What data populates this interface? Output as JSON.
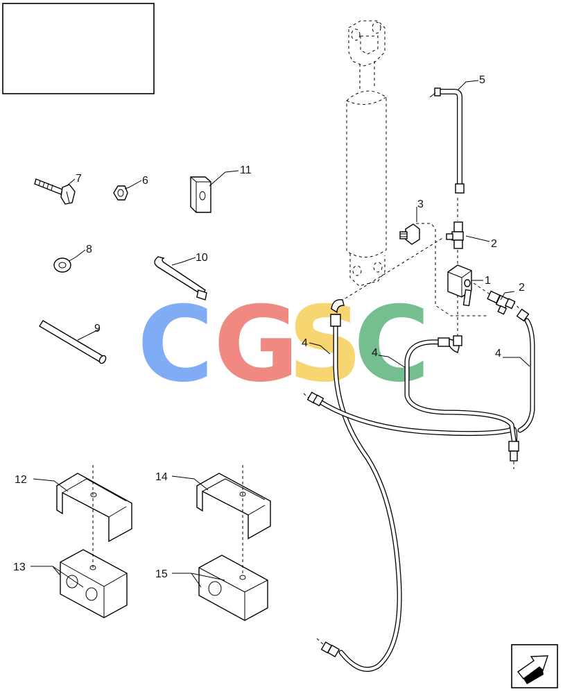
{
  "callouts": {
    "c1": "1",
    "c2a": "2",
    "c2b": "2",
    "c3": "3",
    "c4a": "4",
    "c4b": "4",
    "c4c": "4",
    "c5": "5",
    "c6": "6",
    "c7": "7",
    "c8": "8",
    "c9": "9",
    "c10": "10",
    "c11": "11",
    "c12": "12",
    "c13": "13",
    "c14": "14",
    "c15": "15"
  },
  "watermark": {
    "letters": [
      "C",
      "G",
      "S",
      "C"
    ],
    "colors": [
      "#7aa7f5",
      "#f0837c",
      "#f7d46a",
      "#6dbb8a"
    ]
  },
  "colors": {
    "line": "#000000",
    "background": "#ffffff"
  },
  "icons": {
    "corner": "forward-arrow-icon"
  }
}
